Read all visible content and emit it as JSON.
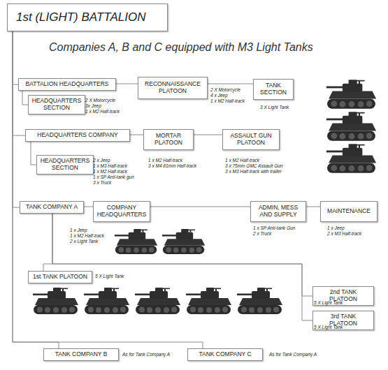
{
  "diagram": {
    "nodes": [
      {
        "text": [
          "1st (LIGHT) BATTALION"
        ]
      },
      {
        "text": [
          "BATTALION HEADQUARTERS"
        ]
      },
      {
        "text": [
          "RECONNAISSANCE PLATOON"
        ]
      },
      {
        "text": [
          "TANK SECTION"
        ]
      },
      {
        "text": [
          "HEADQUARTERS SECTION"
        ]
      },
      {
        "text": [
          "HEADQUARTERS COMPANY"
        ]
      },
      {
        "text": [
          "MORTAR PLATOON"
        ]
      },
      {
        "text": [
          "ASSAULT GUN PLATOON"
        ]
      },
      {
        "text": [
          "HEADQUARTERS SECTION"
        ]
      },
      {
        "text": [
          "TANK COMPANY A"
        ]
      },
      {
        "text": [
          "COMPANY HEADQUARTERS"
        ]
      },
      {
        "text": [
          "ADMIN, MESS AND SUPPLY"
        ]
      },
      {
        "text": [
          "MAINTENANCE"
        ]
      },
      {
        "text": [
          "1st TANK PLATOON"
        ]
      },
      {
        "text": [
          "2nd TANK PLATOON"
        ]
      },
      {
        "text": [
          "3rd TANK PLATOON"
        ]
      },
      {
        "text": [
          "TANK COMPANY B"
        ]
      },
      {
        "text": [
          "TANK COMPANY C"
        ]
      }
    ],
    "edges": [
      {
        "from": 0,
        "to": 1,
        "arrow": "none"
      },
      {
        "from": 1,
        "to": 2,
        "arrow": "none"
      },
      {
        "from": 2,
        "to": 3,
        "arrow": "none"
      },
      {
        "from": 1,
        "to": 4,
        "arrow": "none"
      },
      {
        "from": 0,
        "to": 5,
        "arrow": "none"
      },
      {
        "from": 5,
        "to": 6,
        "arrow": "none"
      },
      {
        "from": 6,
        "to": 7,
        "arrow": "none"
      },
      {
        "from": 5,
        "to": 8,
        "arrow": "none"
      },
      {
        "from": 0,
        "to": 9,
        "arrow": "none"
      },
      {
        "from": 9,
        "to": 10,
        "arrow": "none"
      },
      {
        "from": 10,
        "to": 11,
        "arrow": "none"
      },
      {
        "from": 11,
        "to": 12,
        "arrow": "none"
      },
      {
        "from": 9,
        "to": 13,
        "arrow": "none"
      },
      {
        "from": 9,
        "to": 14,
        "arrow": "none"
      },
      {
        "from": 9,
        "to": 15,
        "arrow": "none"
      },
      {
        "from": 0,
        "to": 16,
        "arrow": "none"
      },
      {
        "from": 0,
        "to": 17,
        "arrow": "none"
      }
    ],
    "labels": [
      "Companies A, B and C equipped with M3 Light Tanks",
      "2 X Motorcycle",
      "3x Jeep",
      "1 x M2 Half-track",
      "2 X Motorcycle",
      "4 x Jeep",
      "1 x M2 Half-track",
      "3 X Light Tank",
      "2 x Jeep",
      "1 x M3 Half-track",
      "1 x M2 Half-track",
      "1 x SP Anti-tank gun",
      "3 x Truck",
      "1 x M2 Half-track",
      "3 x M4 81mm Half-track",
      "1 x M2 Half-track",
      "3 x 75mm GMC Assault Gun",
      "3 x M3 Half-track with trailer",
      "1 x Jeep",
      "1 x M2 Half-track",
      "2 x Light Tank",
      "1 x SP Anti-tank Gun",
      "2 x Truck",
      "1 x Jeep",
      "2 x M3 Half-track",
      "5 X Light Tank",
      "5 X Light Tank",
      "5 X Light Tank",
      "As for Tank Company A",
      "As for Tank Company A"
    ]
  }
}
